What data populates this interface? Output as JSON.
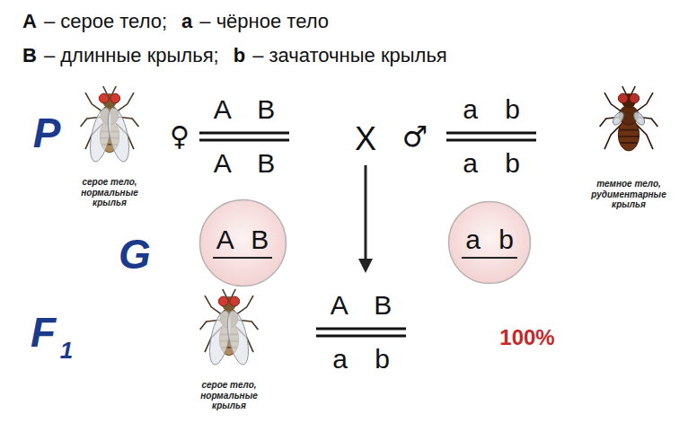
{
  "diagram": {
    "nodes": [
      {
        "text": [
          "A B"
        ]
      },
      {
        "text": [
          "a b"
        ]
      }
    ],
    "labels": [
      "A",
      "– серое тело;",
      "a",
      "– чёрное тело",
      "B",
      "– длинные крылья;",
      "b",
      "– зачаточные крылья",
      "P",
      "серое тело, нормальные крылья",
      "♀",
      "A B",
      "A B",
      "X",
      "♂",
      "a b",
      "a b",
      "темное тело, рудиментарные крылья",
      "G",
      "F",
      "1",
      "серое тело, нормальные крылья",
      "A B",
      "a b",
      "100%"
    ]
  }
}
